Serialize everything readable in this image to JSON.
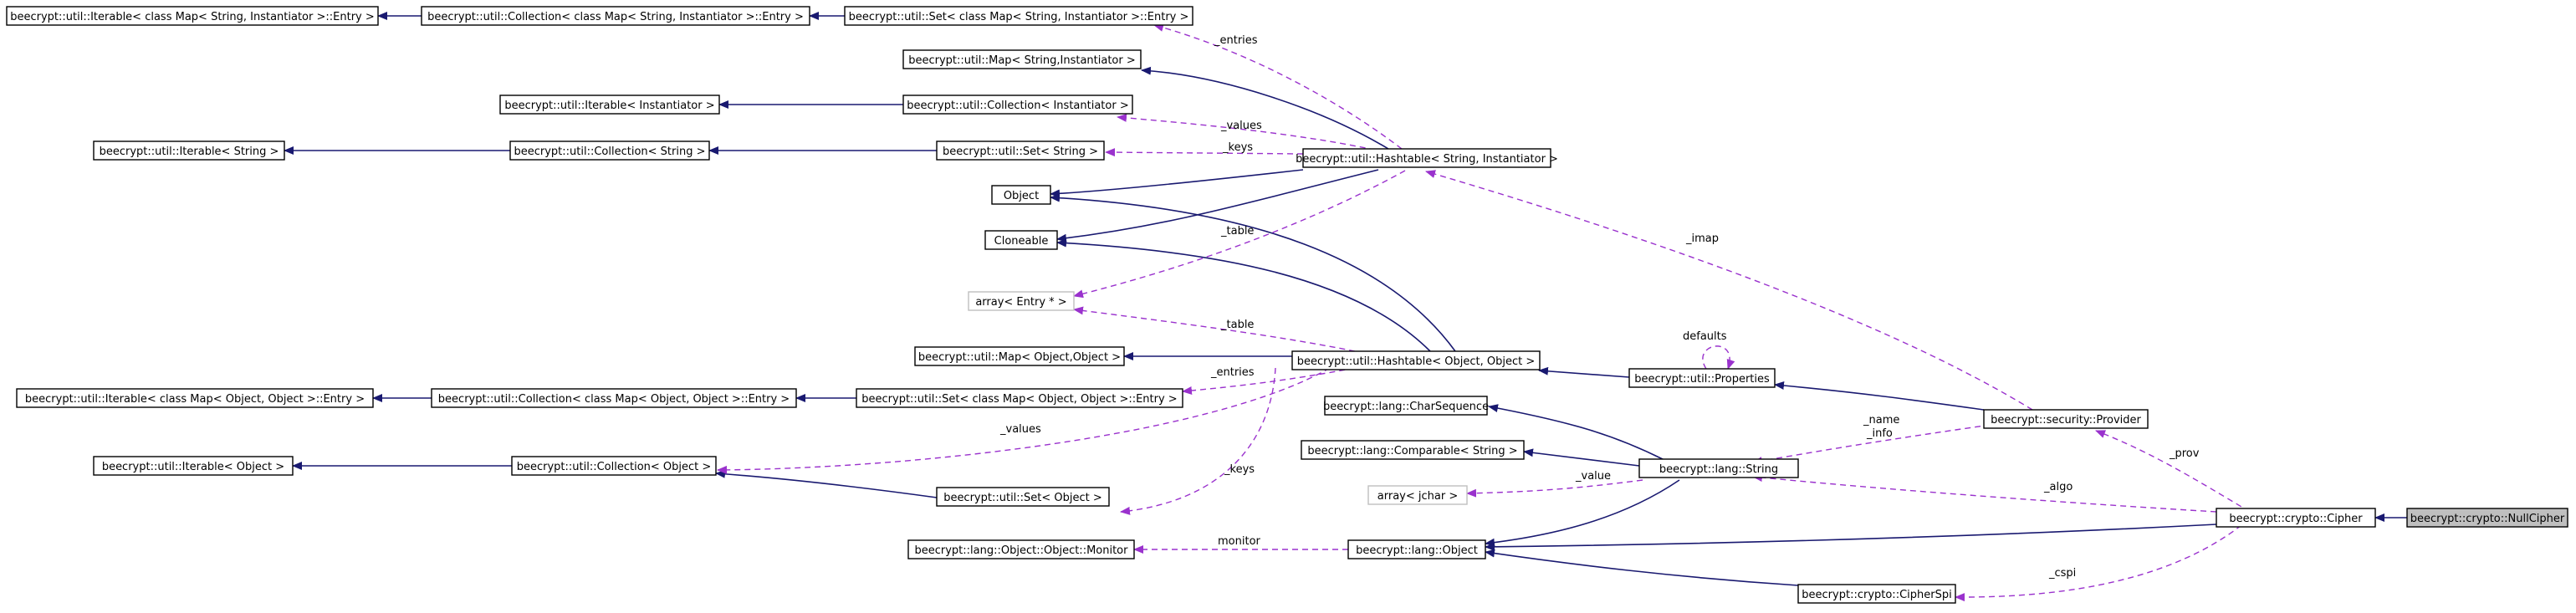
{
  "nodes": {
    "iterable_map_entry": "beecrypt::util::Iterable< class Map< String, Instantiator >::Entry >",
    "collection_map_entry": "beecrypt::util::Collection< class Map< String, Instantiator >::Entry >",
    "set_map_entry": "beecrypt::util::Set< class Map< String, Instantiator >::Entry >",
    "map_instantiator": "beecrypt::util::Map< String,Instantiator >",
    "iterable_instantiator": "beecrypt::util::Iterable< Instantiator >",
    "collection_instantiator": "beecrypt::util::Collection< Instantiator >",
    "iterable_string": "beecrypt::util::Iterable< String >",
    "collection_string": "beecrypt::util::Collection< String >",
    "set_string": "beecrypt::util::Set< String >",
    "hashtable_instantiator": "beecrypt::util::Hashtable< String, Instantiator >",
    "object": "Object",
    "cloneable": "Cloneable",
    "array_entry": "array< Entry * >",
    "map_object": "beecrypt::util::Map< Object,Object >",
    "hashtable_object": "beecrypt::util::Hashtable< Object, Object >",
    "properties": "beecrypt::util::Properties",
    "iterable_object_entry": "beecrypt::util::Iterable< class Map< Object, Object >::Entry >",
    "collection_object_entry": "beecrypt::util::Collection< class Map< Object, Object >::Entry >",
    "set_object_entry": "beecrypt::util::Set< class Map< Object, Object >::Entry >",
    "char_sequence": "beecrypt::lang::CharSequence",
    "provider": "beecrypt::security::Provider",
    "comparable_string": "beecrypt::lang::Comparable< String >",
    "lang_string": "beecrypt::lang::String",
    "iterable_object": "beecrypt::util::Iterable< Object >",
    "collection_object": "beecrypt::util::Collection< Object >",
    "array_jchar": "array< jchar >",
    "set_object": "beecrypt::util::Set< Object >",
    "cipher": "beecrypt::crypto::Cipher",
    "null_cipher": "beecrypt::crypto::NullCipher",
    "monitor": "beecrypt::lang::Object::Object::Monitor",
    "lang_object": "beecrypt::lang::Object",
    "cipher_spi": "beecrypt::crypto::CipherSpi"
  },
  "edge_labels": {
    "entries_top": "_entries",
    "values_top": "_values",
    "keys_top": "_keys",
    "table_top": "_table",
    "table_bottom": "_table",
    "imap": "_imap",
    "defaults": "defaults",
    "entries_bottom": "_entries",
    "values_bottom": "_values",
    "keys_bottom": "_keys",
    "name": "_name",
    "info": "_info",
    "prov": "_prov",
    "value": "_value",
    "algo": "_algo",
    "monitor": "monitor",
    "cspi": "_cspi"
  }
}
